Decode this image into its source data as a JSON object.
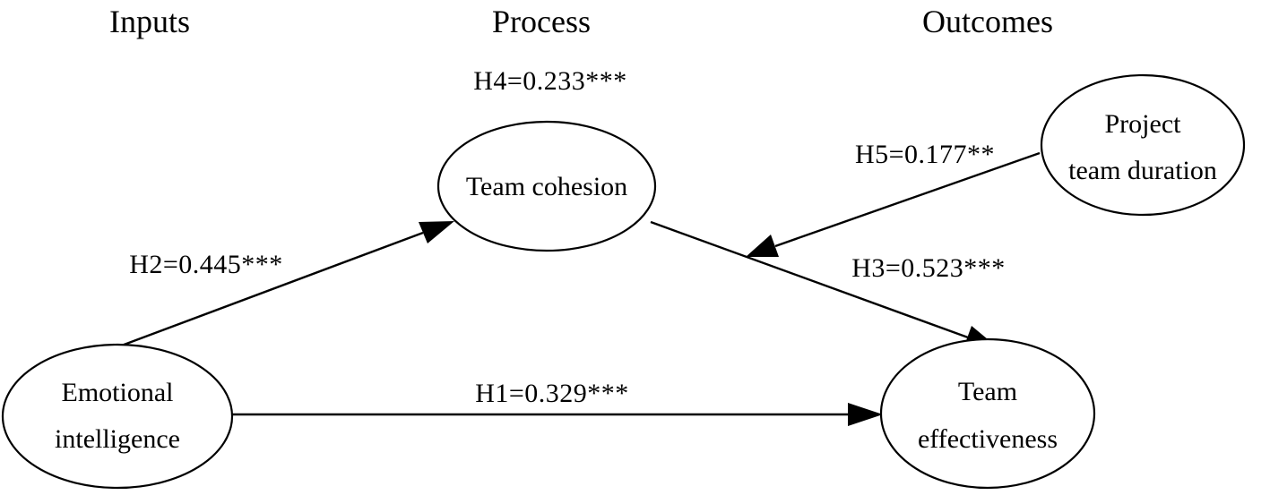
{
  "headers": {
    "inputs": "Inputs",
    "process": "Process",
    "outcomes": "Outcomes"
  },
  "nodes": {
    "team_cohesion": {
      "label": "Team cohesion"
    },
    "project_team_duration": {
      "line1": "Project",
      "line2": "team duration"
    },
    "emotional_intelligence": {
      "line1": "Emotional",
      "line2": "intelligence"
    },
    "team_effectiveness": {
      "line1": "Team",
      "line2": "effectiveness"
    }
  },
  "paths": {
    "h1": "H1=0.329***",
    "h2": "H2=0.445***",
    "h3": "H3=0.523***",
    "h4": "H4=0.233***",
    "h5": "H5=0.177**"
  }
}
